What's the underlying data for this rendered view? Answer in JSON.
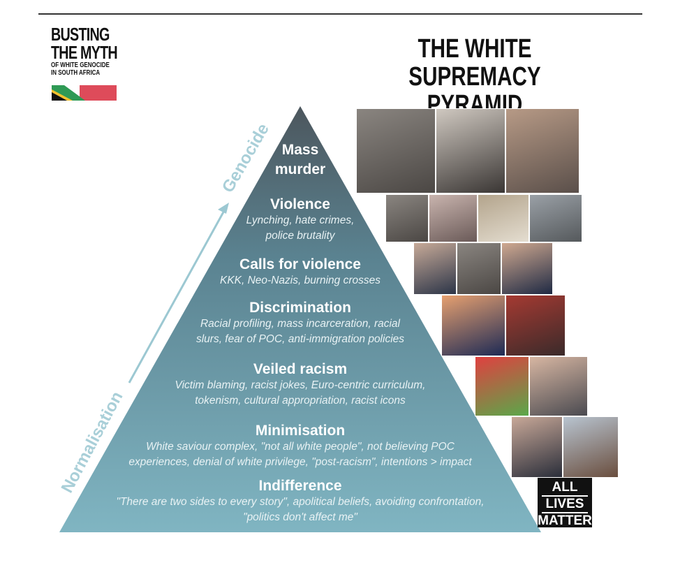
{
  "logo": {
    "line1": "BUSTING",
    "line2": "THE MYTH",
    "line3": "OF WHITE GENOCIDE",
    "line4": "IN SOUTH AFRICA"
  },
  "title": {
    "line1": "THE WHITE SUPREMACY",
    "line2": "PYRAMID"
  },
  "axis": {
    "top": "Genocide",
    "bottom": "Normalisation"
  },
  "colors": {
    "pyramid_top": "#4c565d",
    "pyramid_bottom": "#80b5c2"
  },
  "tiers": [
    {
      "title1": "Mass",
      "title2": "murder"
    },
    {
      "title": "Violence",
      "sub1": "Lynching, hate crimes,",
      "sub2": "police brutality"
    },
    {
      "title": "Calls for violence",
      "sub1": "KKK, Neo-Nazis, burning crosses"
    },
    {
      "title": "Discrimination",
      "sub1": "Racial profiling, mass incarceration, racial",
      "sub2": "slurs, fear of POC, anti-immigration policies"
    },
    {
      "title": "Veiled racism",
      "sub1": "Victim blaming, racist jokes, Euro-centric curriculum,",
      "sub2": "tokenism, cultural appropriation, racist icons"
    },
    {
      "title": "Minimisation",
      "sub1": "White saviour complex, \"not all white people\", not believing POC",
      "sub2": "experiences, denial of white privilege, \"post-racism\", intentions > impact"
    },
    {
      "title": "Indifference",
      "sub1": "\"There are two sides to every story\", apolitical beliefs, avoiding confrontation,",
      "sub2": "\"politics don't affect me\""
    }
  ],
  "badge": {
    "line1": "ALL",
    "line2": "LIVES",
    "line3": "MATTER"
  }
}
